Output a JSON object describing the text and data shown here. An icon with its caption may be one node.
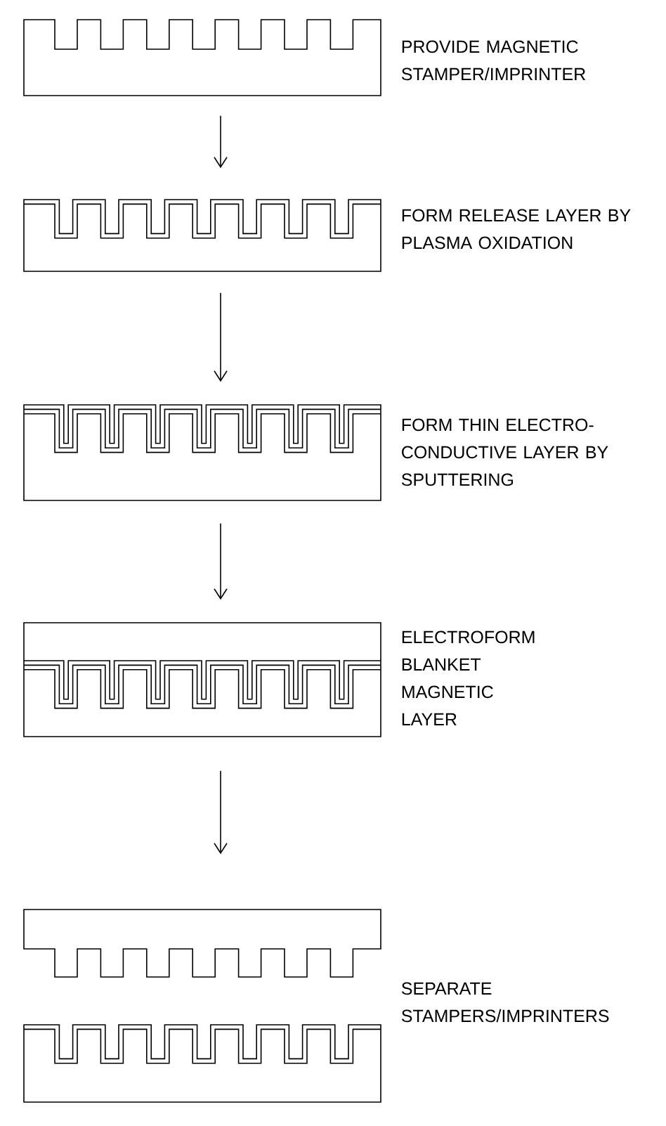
{
  "diagram": {
    "nodes": [
      {
        "text": [],
        "shape": "picture",
        "beside": [
          "PROVIDE MAGNETIC STAMPER/IMPRINTER"
        ]
      },
      {
        "text": [],
        "shape": "picture",
        "beside": [
          "FORM RELEASE LAYER BY PLASMA OXIDATION"
        ]
      },
      {
        "text": [],
        "shape": "picture",
        "beside": [
          "FORM THIN ELECTRO-CONDUCTIVE LAYER BY SPUTTERING"
        ]
      },
      {
        "text": [],
        "shape": "picture",
        "beside": [
          "ELECTROFORM BLANKET MAGNETIC LAYER"
        ]
      },
      {
        "text": [],
        "shape": "picture",
        "beside": [
          "SEPARATE STAMPERS/IMPRINTERS"
        ]
      },
      {
        "text": [],
        "shape": "picture"
      }
    ],
    "edges": [
      {
        "from": 0,
        "to": 1,
        "arrow": "to"
      },
      {
        "from": 1,
        "to": 2,
        "arrow": "to"
      },
      {
        "from": 2,
        "to": 3,
        "arrow": "to"
      },
      {
        "from": 3,
        "to": 4,
        "arrow": "to"
      }
    ]
  }
}
